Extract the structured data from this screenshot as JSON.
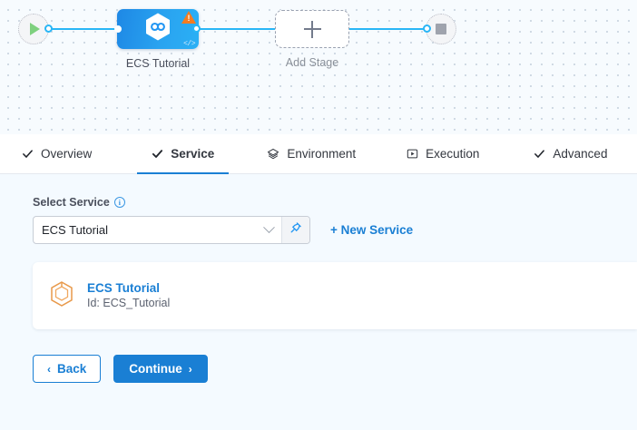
{
  "pipeline": {
    "start_node": {
      "icon": "play-icon",
      "label": ""
    },
    "stage_node": {
      "label": "ECS Tutorial",
      "icon": "harness-hexagon-icon",
      "status_icon": "warning-triangle-icon",
      "code_icon": "code-brackets-icon",
      "color": "#1e88e5"
    },
    "add_stage": {
      "label": "Add Stage",
      "icon": "plus-icon"
    },
    "end_node": {
      "icon": "stop-square-icon"
    },
    "edge_color": "#29b6f6",
    "canvas_bg": "#f7fbfe"
  },
  "tabs": [
    {
      "label": "Overview",
      "icon": "check-icon",
      "active": false
    },
    {
      "label": "Service",
      "icon": "check-icon",
      "active": true
    },
    {
      "label": "Environment",
      "icon": "layers-icon",
      "active": false
    },
    {
      "label": "Execution",
      "icon": "play-frame-icon",
      "active": false
    },
    {
      "label": "Advanced",
      "icon": "check-icon",
      "active": false
    }
  ],
  "active_tab_underline_color": "#1a7fd4",
  "service_form": {
    "label": "Select Service",
    "info_glyph": "i",
    "select_value": "ECS Tutorial",
    "select_placeholder": "Select Service",
    "pin_icon": "pushpin-icon",
    "chevron_icon": "chevron-down-icon",
    "new_service_label": "+ New Service"
  },
  "service_card": {
    "icon": "service-hexagon-icon",
    "name": "ECS Tutorial",
    "id_text": "Id: ECS_Tutorial"
  },
  "footer": {
    "back_label": "Back",
    "back_chevron": "‹",
    "continue_label": "Continue",
    "continue_chevron": "›"
  },
  "colors": {
    "accent": "#1a7fd4",
    "edge": "#29b6f6",
    "warning": "#f57c20",
    "content_bg": "#f4faff"
  }
}
